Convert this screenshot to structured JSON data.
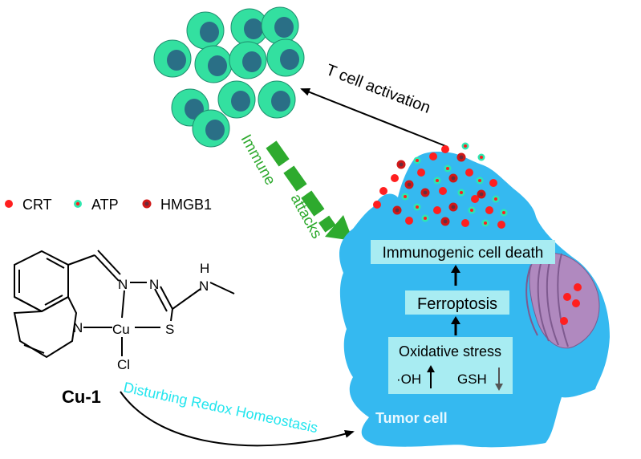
{
  "legend": {
    "items": [
      {
        "label": "CRT",
        "color": "#ff1f1f"
      },
      {
        "label": "ATP",
        "color": "#2ee8b0"
      },
      {
        "label": "HMGB1",
        "color": "#d01818"
      }
    ]
  },
  "compound": {
    "name": "Cu-1",
    "atoms": {
      "n_quinoline": "N",
      "n_imine": "N",
      "n_hydrazone": "N",
      "n_amine": "N",
      "h": "H",
      "cu": "Cu",
      "s": "S",
      "cl": "Cl"
    }
  },
  "arrows": {
    "t_cell_activation": "T cell activation",
    "immune_attacks_1": "Immune",
    "immune_attacks_2": "attacks",
    "disturbing_redox": "Disturbing Redox Homeostasis"
  },
  "tumor": {
    "label": "Tumor cell",
    "boxes": {
      "icd": "Immunogenic cell death",
      "ferroptosis": "Ferroptosis",
      "oxidative": "Oxidative stress",
      "oh": "·OH",
      "gsh": "GSH"
    }
  },
  "colors": {
    "tcell_fill": "#33e0a0",
    "tcell_nucleus": "#2a6f86",
    "tumor_fill": "#35b9f0",
    "box_fill": "#a8ecf2",
    "green_arrow": "#2eaa2e",
    "redox_text": "#22e5ee",
    "organelle": "#b089bf"
  }
}
